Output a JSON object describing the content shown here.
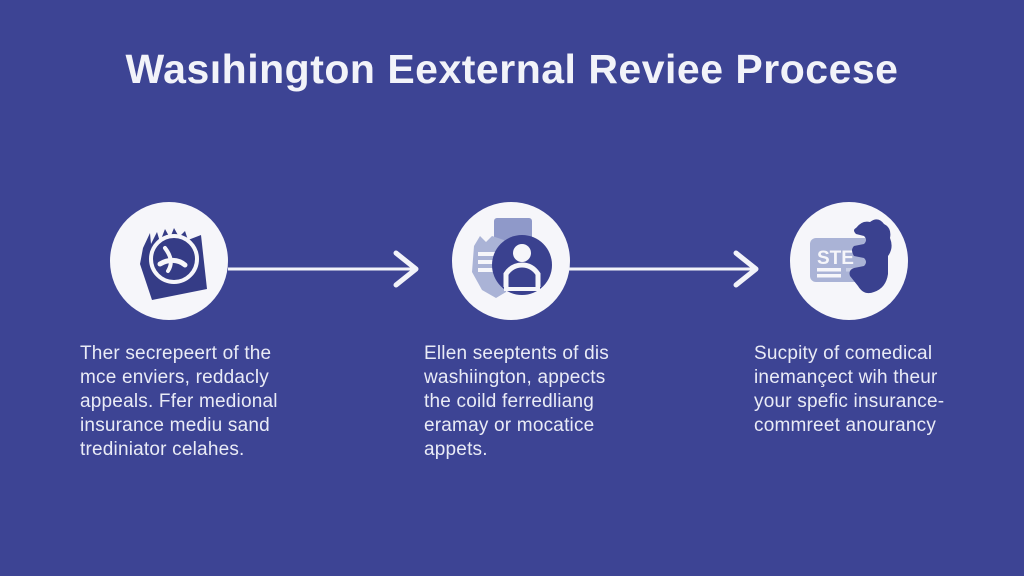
{
  "title": "Wasıhington Eexternal Reviee Procese",
  "colors": {
    "background": "#3d4494",
    "circle_fill": "#f6f6fa",
    "icon_dark_blue": "#353c86",
    "icon_light_blue": "#aab3d6",
    "text": "#e9ebf6",
    "arrow": "#f2f3f9"
  },
  "steps": [
    {
      "icon": "washington-state-stamp-icon",
      "lines": [
        "Ther secrepeert of the",
        "mce enviers, reddacly",
        "appeals. Ffer medional",
        "insurance mediu sand",
        "trediniator celahes."
      ]
    },
    {
      "icon": "state-map-person-icon",
      "lines": [
        "Ellen seeptents of dis",
        "washiington, appects",
        "the coild ferredliang",
        "eramay or mocatice",
        "appets."
      ]
    },
    {
      "icon": "hand-holding-card-icon",
      "card_label": "STE",
      "lines": [
        "Sucpity of comedical",
        "inemançect wih theur",
        "your spefic insurance-",
        "commreet anourancy"
      ]
    }
  ]
}
